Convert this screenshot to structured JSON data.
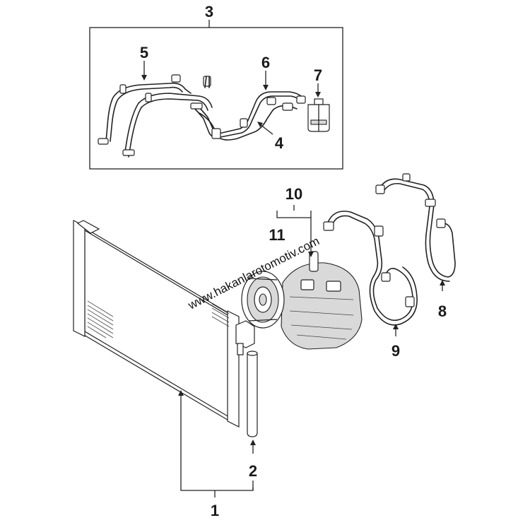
{
  "callouts": {
    "c1": "1",
    "c2": "2",
    "c3": "3",
    "c4": "4",
    "c5": "5",
    "c6": "6",
    "c7": "7",
    "c8": "8",
    "c9": "9",
    "c10": "10",
    "c11": "11"
  },
  "watermark": {
    "text": "www.hakanlarotomotiv.com"
  },
  "colors": {
    "line": "#222222",
    "watermark_faint": "#f2b8a8"
  }
}
